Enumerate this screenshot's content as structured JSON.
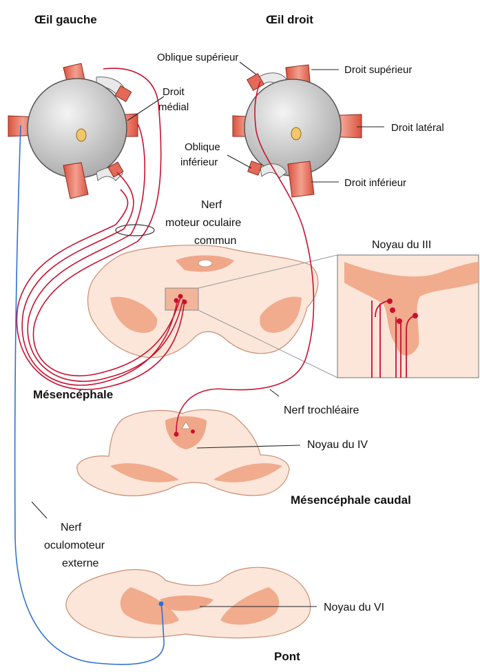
{
  "headers": {
    "left_eye": "Œil gauche",
    "right_eye": "Œil droit"
  },
  "muscles": {
    "oblique_superieur": "Oblique supérieur",
    "droit_medial_1": "Droit",
    "droit_medial_2": "médial",
    "droit_superieur": "Droit supérieur",
    "droit_lateral": "Droit latéral",
    "oblique_inferieur_1": "Oblique",
    "oblique_inferieur_2": "inférieur",
    "droit_inferieur": "Droit inférieur"
  },
  "nerves": {
    "moteur_1": "Nerf",
    "moteur_2": "moteur oculaire",
    "moteur_3": "commun",
    "trochleaire": "Nerf trochléaire",
    "abducens_1": "Nerf",
    "abducens_2": "oculomoteur",
    "abducens_3": "externe"
  },
  "nuclei": {
    "noyau_iii": "Noyau du III",
    "noyau_iv": "Noyau du IV",
    "noyau_vi": "Noyau du VI"
  },
  "regions": {
    "mesencephale": "Mésencéphale",
    "mesencephale_caudal": "Mésencéphale caudal",
    "pont": "Pont"
  },
  "colors": {
    "muscle": "#e36a58",
    "nerve_red": "#c8102e",
    "nerve_blue": "#2f6fd0",
    "tissue_light": "#fbe6d9",
    "tissue_dark": "#eea07f",
    "eyeball": "#c9c9c9"
  }
}
